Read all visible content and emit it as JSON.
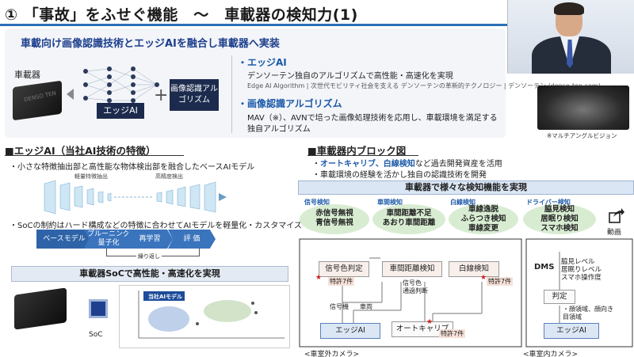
{
  "title": "① 「事故」をふせぐ機能　～　車載器の検知力(1)",
  "top": {
    "subtitle": "車載向け画像認識技術とエッジAIを融合し車載器へ実装",
    "device_label": "車載器",
    "device_logo": "DENSO TEN",
    "edge_ai_label": "エッジAI",
    "plus": "+",
    "algorithm_label": "画像認識アルゴリズム",
    "features": [
      {
        "heading": "・エッジAI",
        "desc": "デンソーテン独自のアルゴリズムで高性能・高速化を実現",
        "link": "Edge AI Algorithm | 次世代モビリティ社会を支える デンソーテンの革新的テクノロジー | デンソーテン (denso-ten.com)"
      },
      {
        "heading": "・画像認識アルゴリズム",
        "desc_1": "MAV（※）、AVNで培った画像処理技術を応用し、車載環境を満足する",
        "desc_2": "独自アルゴリズム"
      }
    ],
    "multi_angle_note": "※マルチアングルビジョン"
  },
  "left": {
    "heading": "■エッジAI（当社AI技術の特徴）",
    "bullet_1": "・小さな特徴抽出部と高性能な物体検出部を融合したベースAIモデル",
    "label_feature": "軽量特徴抽出",
    "label_detect": "高精度検出",
    "bullet_2": "・SoCの制約はハード構成などの特徴に合わせてAIモデルを軽量化・カスタマイズ",
    "steps": [
      "ベースモデル",
      "プルーニング\n量子化",
      "再学習",
      "評 価"
    ],
    "repeat_label": "繰り返し",
    "soc_banner": "車載器SoCで高性能・高速化を実現",
    "soc_label": "SoC",
    "chart_badge": "当社AIモデル"
  },
  "right": {
    "heading": "■車載器内ブロック図",
    "bullet_1_prefix": "・",
    "bullet_1_bold": "オートキャリブ、白線検知",
    "bullet_1_rest": "など過去開発資産を活用",
    "bullet_2": "・車載環境の経験を活かし独自の認識技術を開発",
    "detect_banner": "車載器で様々な検知機能を実現",
    "categories": [
      {
        "name": "信号検知",
        "items": "赤信号無視\n青信号無視"
      },
      {
        "name": "車間検知",
        "items": "車間距離不足\nあおり車間距離"
      },
      {
        "name": "白線検知",
        "items": "車線逸脱\nふらつき検知\n車線変更"
      },
      {
        "name": "ドライバー検知",
        "items": "脇見検知\n居眠り検知\nスマホ検知"
      }
    ],
    "video_label": "動画",
    "diagram": {
      "signal_judge": "信号色判定",
      "distance_detect": "車間距離検知",
      "lane_detect": "白線検知",
      "patent": "特許7件",
      "signal_color": "信号色",
      "pass_judge": "通過判断",
      "signal_machine": "信号機",
      "vehicle": "車両",
      "edge_ai": "エッジAI",
      "auto_calib": "オートキャリブ",
      "dms": "DMS",
      "dms_items": "脇見レベル\n居眠りレベル\nスマホ操作度",
      "judge": "判定",
      "face_items": "・顔領域、顔向き\n目領域"
    },
    "camera_out": "<車室外カメラ>",
    "camera_in": "<車室内カメラ>"
  },
  "colors": {
    "accent_blue": "#1c5aa8",
    "dark_navy": "#1c2b4d",
    "green_oval": "#d8ecd2",
    "patent_red": "#d01c1c"
  }
}
